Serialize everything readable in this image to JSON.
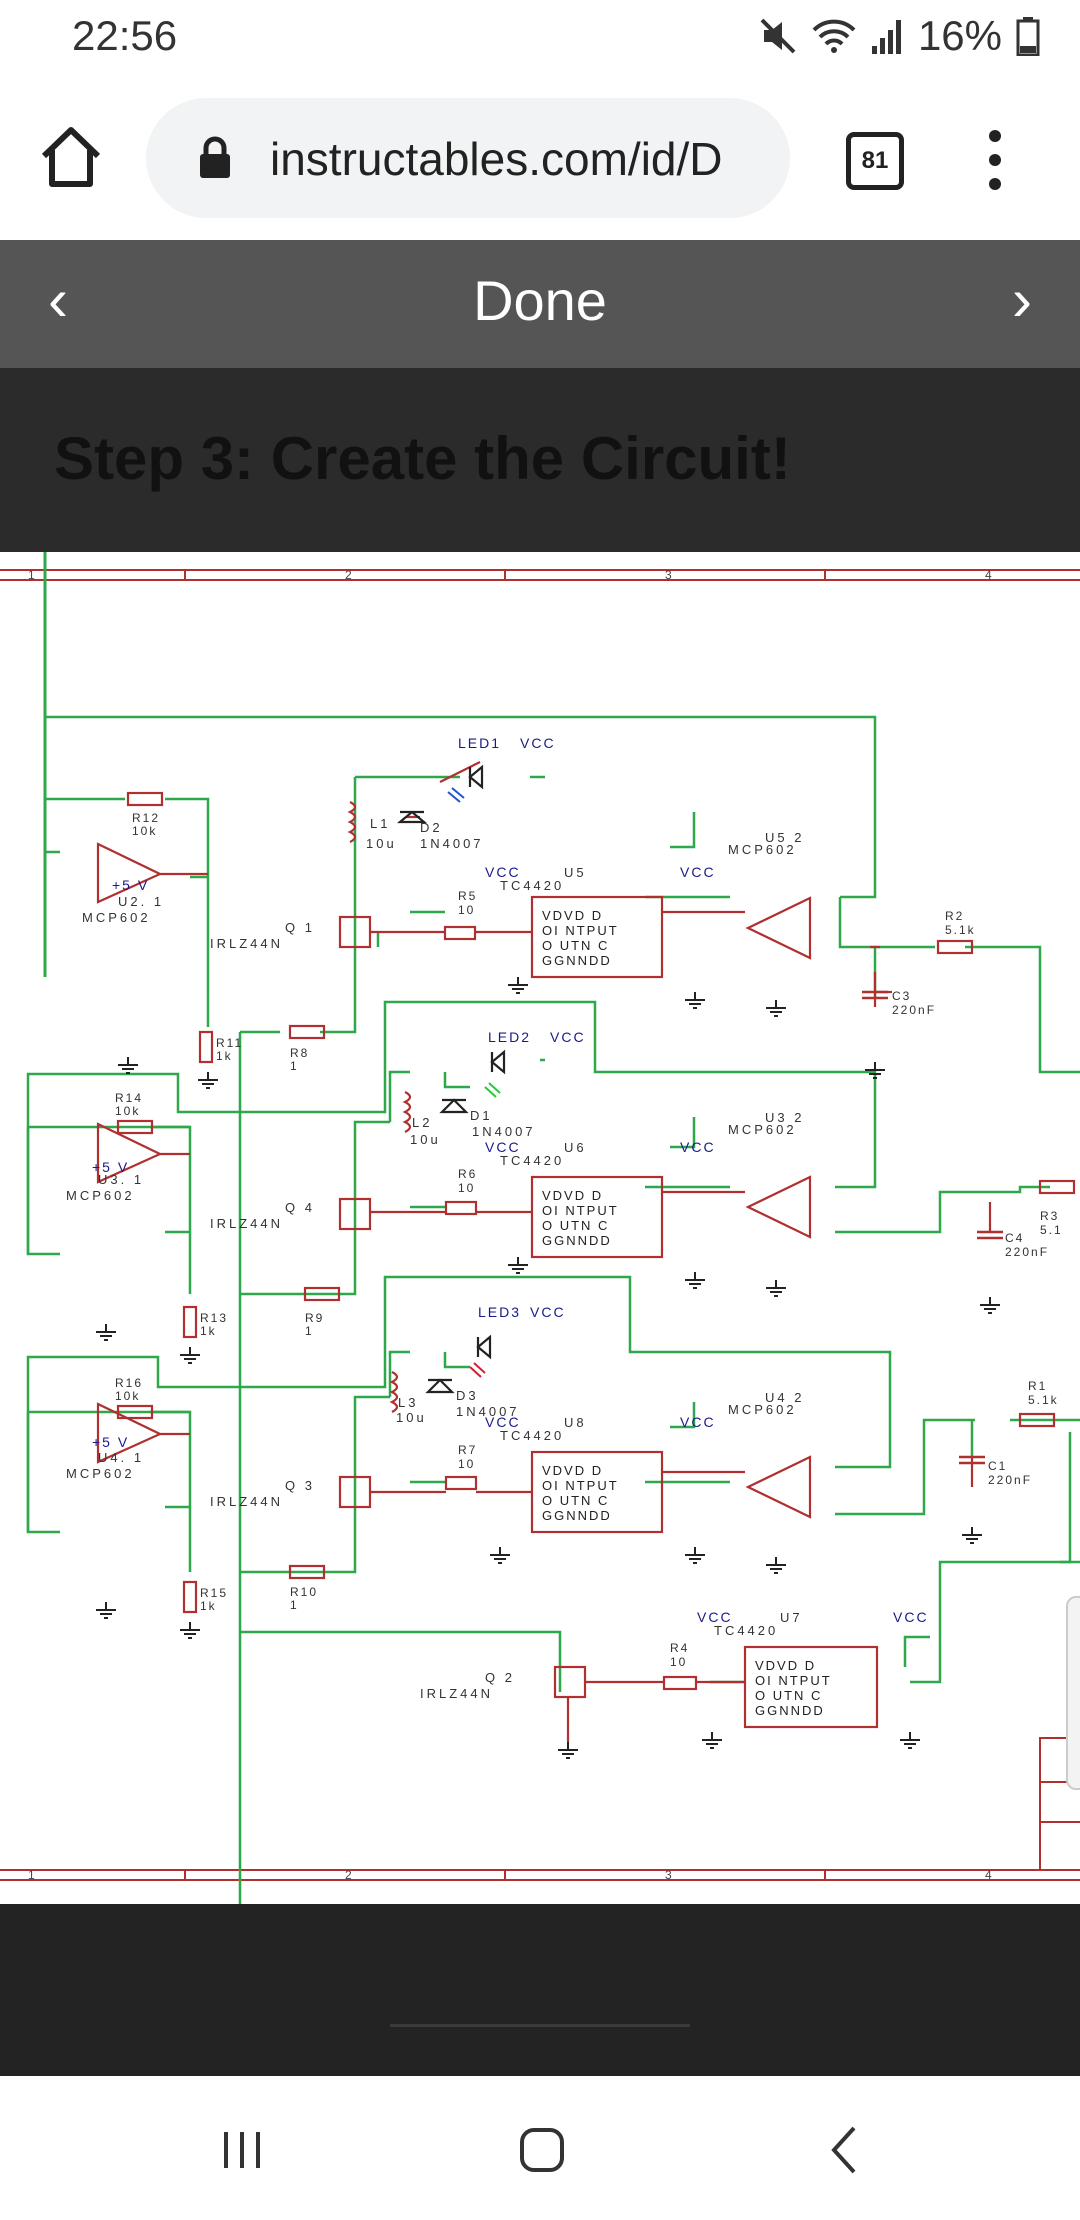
{
  "status_bar": {
    "time": "22:56",
    "battery": "16%"
  },
  "browser": {
    "url": "instructables.com/id/D",
    "tab_count": "81"
  },
  "lightbox": {
    "title": "Done",
    "prev": "‹",
    "next": "›"
  },
  "step_title": "Step 3: Create the Circuit!",
  "schematic": {
    "border_numbers": [
      "1",
      "2",
      "3",
      "4"
    ],
    "leds": [
      "LED1",
      "LED2",
      "LED3"
    ],
    "vcc": "VCC",
    "plus5v": "+5 V",
    "opamp_labels": [
      "U2. 1",
      "U3. 1",
      "U4. 1"
    ],
    "opamp_part": "MCP602",
    "right_opamps": [
      "U5 2",
      "U3 2",
      "U4 2"
    ],
    "drivers": [
      "U5",
      "U6",
      "U8",
      "U7"
    ],
    "driver_part": "TC4420",
    "driver_text": [
      "VDVD D",
      "OI NTPUT",
      "O UTN C",
      "GGNNDD"
    ],
    "mosfets": [
      "Q 1",
      "Q 4",
      "Q 3",
      "Q 2"
    ],
    "mosfet_part": "IRLZ44N",
    "inductors": [
      "L1",
      "L2",
      "L3"
    ],
    "inductor_value": "10u",
    "diodes": [
      "D2",
      "D1",
      "D3"
    ],
    "diode_part": "1N4007",
    "resistors": {
      "R12": "10k",
      "R14": "10k",
      "R16": "10k",
      "R11": "1k",
      "R13": "1k",
      "R15": "1k",
      "R8": "1",
      "R9": "1",
      "R10": "1",
      "R5": "10",
      "R6": "10",
      "R7": "10",
      "R4": "10",
      "R2": "5.1k",
      "R3": "5.1",
      "R1": "5.1k"
    },
    "capacitors": {
      "C3": "220nF",
      "C4": "220nF",
      "C1": "220nF"
    }
  }
}
